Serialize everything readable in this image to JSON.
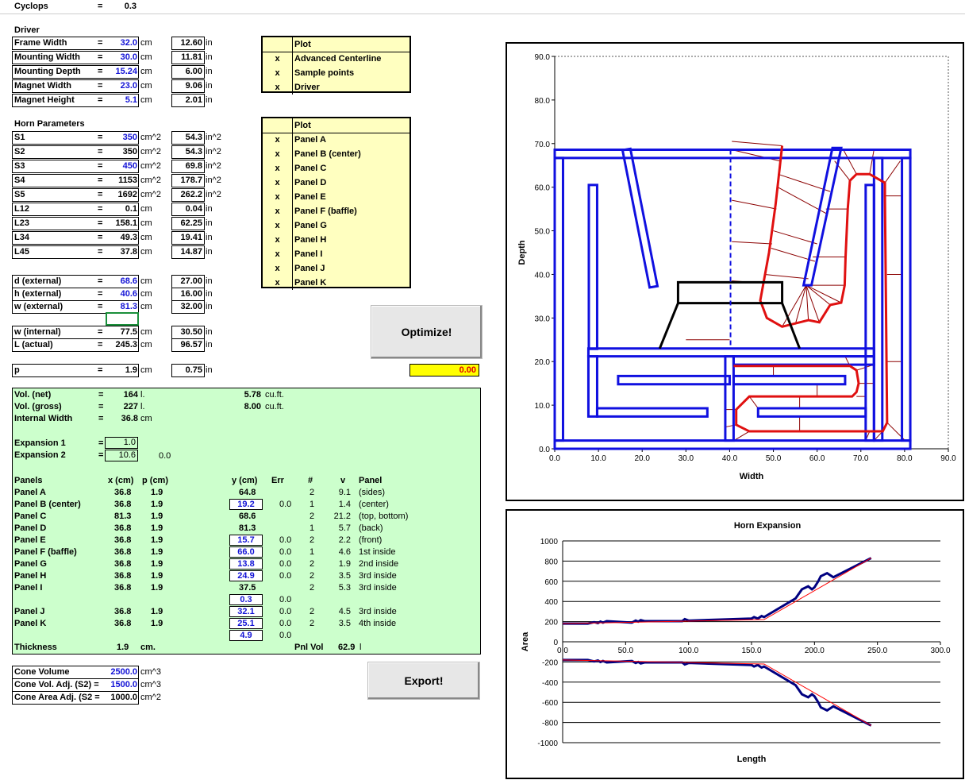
{
  "cyclops": {
    "label": "Cyclops",
    "eq": "=",
    "value": "0.3"
  },
  "driver": {
    "title": "Driver",
    "rows": [
      {
        "label": "Frame Width",
        "value": "32.0",
        "unit": "cm",
        "in_value": "12.60",
        "in_unit": "in",
        "blue": true
      },
      {
        "label": "Mounting Width",
        "value": "30.0",
        "unit": "cm",
        "in_value": "11.81",
        "in_unit": "in",
        "blue": true
      },
      {
        "label": "Mounting Depth",
        "value": "15.24",
        "unit": "cm",
        "in_value": "6.00",
        "in_unit": "in",
        "blue": true
      },
      {
        "label": "Magnet Width",
        "value": "23.0",
        "unit": "cm",
        "in_value": "9.06",
        "in_unit": "in",
        "blue": true
      },
      {
        "label": "Magnet Height",
        "value": "5.1",
        "unit": "cm",
        "in_value": "2.01",
        "in_unit": "in",
        "blue": true
      }
    ]
  },
  "horn": {
    "title": "Horn Parameters",
    "rows": [
      {
        "label": "S1",
        "value": "350",
        "unit": "cm^2",
        "in_value": "54.3",
        "in_unit": "in^2",
        "blue": true
      },
      {
        "label": "S2",
        "value": "350",
        "unit": "cm^2",
        "in_value": "54.3",
        "in_unit": "in^2",
        "blue": false
      },
      {
        "label": "S3",
        "value": "450",
        "unit": "cm^2",
        "in_value": "69.8",
        "in_unit": "in^2",
        "blue": true
      },
      {
        "label": "S4",
        "value": "1153",
        "unit": "cm^2",
        "in_value": "178.7",
        "in_unit": "in^2",
        "blue": false
      },
      {
        "label": "S5",
        "value": "1692",
        "unit": "cm^2",
        "in_value": "262.2",
        "in_unit": "in^2",
        "blue": false
      },
      {
        "label": "L12",
        "value": "0.1",
        "unit": "cm",
        "in_value": "0.04",
        "in_unit": "in",
        "blue": false
      },
      {
        "label": "L23",
        "value": "158.1",
        "unit": "cm",
        "in_value": "62.25",
        "in_unit": "in",
        "blue": false
      },
      {
        "label": "L34",
        "value": "49.3",
        "unit": "cm",
        "in_value": "19.41",
        "in_unit": "in",
        "blue": false
      },
      {
        "label": "L45",
        "value": "37.8",
        "unit": "cm",
        "in_value": "14.87",
        "in_unit": "in",
        "blue": false
      }
    ]
  },
  "external": [
    {
      "label": "d (external)",
      "value": "68.6",
      "unit": "cm",
      "in_value": "27.00",
      "in_unit": "in",
      "blue": true
    },
    {
      "label": "h (external)",
      "value": "40.6",
      "unit": "cm",
      "in_value": "16.00",
      "in_unit": "in",
      "blue": true
    },
    {
      "label": "w (external)",
      "value": "81.3",
      "unit": "cm",
      "in_value": "32.00",
      "in_unit": "in",
      "blue": true
    }
  ],
  "internal": [
    {
      "label": "w (internal)",
      "value": "77.5",
      "unit": "cm",
      "in_value": "30.50",
      "in_unit": "in",
      "blue": false
    },
    {
      "label": "L (actual)",
      "value": "245.3",
      "unit": "cm",
      "in_value": "96.57",
      "in_unit": "in",
      "blue": false
    }
  ],
  "p_row": {
    "label": "p",
    "value": "1.9",
    "unit": "cm",
    "in_value": "0.75",
    "in_unit": "in"
  },
  "plot1": {
    "header": "Plot",
    "items": [
      {
        "x": "x",
        "label": "Advanced Centerline"
      },
      {
        "x": "x",
        "label": "Sample points"
      },
      {
        "x": "x",
        "label": "Driver"
      }
    ]
  },
  "plot2": {
    "header": "Plot",
    "items": [
      {
        "x": "x",
        "label": "Panel A"
      },
      {
        "x": "x",
        "label": "Panel B (center)"
      },
      {
        "x": "x",
        "label": "Panel C"
      },
      {
        "x": "x",
        "label": "Panel D"
      },
      {
        "x": "x",
        "label": "Panel E"
      },
      {
        "x": "x",
        "label": "Panel F (baffle)"
      },
      {
        "x": "x",
        "label": "Panel G"
      },
      {
        "x": "x",
        "label": "Panel H"
      },
      {
        "x": "x",
        "label": "Panel I"
      },
      {
        "x": "x",
        "label": "Panel J"
      },
      {
        "x": "x",
        "label": "Panel K"
      }
    ]
  },
  "buttons": {
    "optimize": "Optimize!",
    "export": "Export!"
  },
  "optimize_result": "0.00",
  "volumes": {
    "net_label": "Vol. (net)",
    "net": "164",
    "net_unit": "l.",
    "net_ft": "5.78",
    "ft_unit": "cu.ft.",
    "gross_label": "Vol. (gross)",
    "gross": "227",
    "gross_unit": "l.",
    "gross_ft": "8.00",
    "iw_label": "Internal Width",
    "iw": "36.8",
    "iw_unit": "cm",
    "exp1_label": "Expansion 1",
    "exp1": "1.0",
    "exp2_label": "Expansion 2",
    "exp2": "10.6",
    "exp2_extra": "0.0"
  },
  "panels": {
    "headers": {
      "name": "Panels",
      "x": "x (cm)",
      "p": "p (cm)",
      "y": "y (cm)",
      "err": "Err",
      "n": "#",
      "v": "v",
      "panel": "Panel"
    },
    "rows": [
      {
        "name": "Panel A",
        "x": "36.8",
        "p": "1.9",
        "y": "64.8",
        "boxed": false,
        "err": "",
        "n": "2",
        "v": "9.1",
        "desc": "(sides)"
      },
      {
        "name": "Panel B (center)",
        "x": "36.8",
        "p": "1.9",
        "y": "19.2",
        "boxed": true,
        "err": "0.0",
        "n": "1",
        "v": "1.4",
        "desc": "(center)"
      },
      {
        "name": "Panel C",
        "x": "81.3",
        "p": "1.9",
        "y": "68.6",
        "boxed": false,
        "err": "",
        "n": "2",
        "v": "21.2",
        "desc": "(top, bottom)"
      },
      {
        "name": "Panel D",
        "x": "36.8",
        "p": "1.9",
        "y": "81.3",
        "boxed": false,
        "err": "",
        "n": "1",
        "v": "5.7",
        "desc": "(back)"
      },
      {
        "name": "Panel E",
        "x": "36.8",
        "p": "1.9",
        "y": "15.7",
        "boxed": true,
        "err": "0.0",
        "n": "2",
        "v": "2.2",
        "desc": "(front)"
      },
      {
        "name": "Panel F (baffle)",
        "x": "36.8",
        "p": "1.9",
        "y": "66.0",
        "boxed": true,
        "err": "0.0",
        "n": "1",
        "v": "4.6",
        "desc": "1st inside"
      },
      {
        "name": "Panel G",
        "x": "36.8",
        "p": "1.9",
        "y": "13.8",
        "boxed": true,
        "err": "0.0",
        "n": "2",
        "v": "1.9",
        "desc": "2nd inside"
      },
      {
        "name": "Panel H",
        "x": "36.8",
        "p": "1.9",
        "y": "24.9",
        "boxed": true,
        "err": "0.0",
        "n": "2",
        "v": "3.5",
        "desc": "3rd inside"
      },
      {
        "name": "Panel I",
        "x": "36.8",
        "p": "1.9",
        "y": "37.5",
        "boxed": false,
        "err": "",
        "n": "2",
        "v": "5.3",
        "desc": "3rd inside"
      },
      {
        "name": "",
        "x": "",
        "p": "",
        "y": "0.3",
        "boxed": true,
        "err": "0.0",
        "n": "",
        "v": "",
        "desc": ""
      },
      {
        "name": "Panel J",
        "x": "36.8",
        "p": "1.9",
        "y": "32.1",
        "boxed": true,
        "err": "0.0",
        "n": "2",
        "v": "4.5",
        "desc": "3rd inside"
      },
      {
        "name": "Panel K",
        "x": "36.8",
        "p": "1.9",
        "y": "25.1",
        "boxed": true,
        "err": "0.0",
        "n": "2",
        "v": "3.5",
        "desc": "4th inside"
      },
      {
        "name": "",
        "x": "",
        "p": "",
        "y": "4.9",
        "boxed": true,
        "err": "0.0",
        "n": "",
        "v": "",
        "desc": ""
      }
    ],
    "thickness_label": "Thickness",
    "thickness": "1.9",
    "thickness_unit": "cm.",
    "pnlvol_label": "Pnl Vol",
    "pnlvol": "62.9",
    "pnlvol_unit": "l"
  },
  "cone": [
    {
      "label": "Cone Volume",
      "value": "2500.0",
      "unit": "cm^3"
    },
    {
      "label": "Cone Vol. Adj. (S2) =",
      "value": "1500.0",
      "unit": "cm^3"
    },
    {
      "label": "Cone Area Adj. (S2 =",
      "value": "1000.0",
      "unit": "cm^2"
    }
  ],
  "chart_data": [
    {
      "type": "diagram",
      "title": "",
      "xlabel": "Width",
      "ylabel": "Depth",
      "xlim": [
        0,
        90
      ],
      "ylim": [
        0,
        90
      ],
      "xticks": [
        "0.0",
        "10.0",
        "20.0",
        "30.0",
        "40.0",
        "50.0",
        "60.0",
        "70.0",
        "80.0",
        "90.0"
      ],
      "yticks": [
        "0.0",
        "10.0",
        "20.0",
        "30.0",
        "40.0",
        "50.0",
        "60.0",
        "70.0",
        "80.0",
        "90.0"
      ],
      "colors": {
        "panels": "#1010e0",
        "centerline": "#e01010",
        "samples": "#8b0000",
        "driver": "#000000"
      },
      "panels": [
        [
          [
            0,
            68.6
          ],
          [
            81.3,
            68.6
          ],
          [
            81.3,
            66.7
          ],
          [
            0,
            66.7
          ]
        ],
        [
          [
            1.9,
            66.7
          ],
          [
            1.9,
            1.9
          ],
          [
            0,
            1.9
          ],
          [
            0,
            66.7
          ]
        ],
        [
          [
            0,
            1.9
          ],
          [
            81.3,
            1.9
          ],
          [
            81.3,
            0
          ],
          [
            0,
            0
          ]
        ],
        [
          [
            79.4,
            66.7
          ],
          [
            81.3,
            66.7
          ],
          [
            81.3,
            1.9
          ],
          [
            79.4,
            1.9
          ]
        ],
        [
          [
            7.8,
            60.5
          ],
          [
            9.7,
            60.5
          ],
          [
            9.7,
            22.9
          ],
          [
            7.8,
            22.9
          ]
        ],
        [
          [
            15.5,
            68.5
          ],
          [
            17.3,
            68.8
          ],
          [
            23.5,
            37.3
          ],
          [
            21.7,
            37.0
          ]
        ],
        [
          [
            7.7,
            23.0
          ],
          [
            73,
            23.0
          ],
          [
            73,
            21.2
          ],
          [
            7.7,
            21.2
          ]
        ],
        [
          [
            63.5,
            69.0
          ],
          [
            65.5,
            69.0
          ],
          [
            58.7,
            37.5
          ],
          [
            56.9,
            37.5
          ]
        ],
        [
          [
            73,
            66.7
          ],
          [
            74.9,
            66.7
          ],
          [
            74.9,
            1.9
          ],
          [
            73,
            1.9
          ]
        ],
        [
          [
            71.1,
            60.5
          ],
          [
            73,
            60.5
          ],
          [
            73,
            1.9
          ],
          [
            71.1,
            1.9
          ]
        ],
        [
          [
            7.7,
            21.2
          ],
          [
            9.7,
            21.2
          ],
          [
            9.7,
            7.4
          ],
          [
            7.7,
            7.4
          ]
        ],
        [
          [
            9.7,
            9.3
          ],
          [
            34.9,
            9.3
          ],
          [
            34.9,
            7.4
          ],
          [
            9.7,
            7.4
          ]
        ],
        [
          [
            14.5,
            16.7
          ],
          [
            40,
            16.7
          ],
          [
            40,
            14.8
          ],
          [
            14.5,
            14.8
          ]
        ],
        [
          [
            39.0,
            21.2
          ],
          [
            40.9,
            21.2
          ],
          [
            40.9,
            1.9
          ],
          [
            39.0,
            1.9
          ]
        ],
        [
          [
            40.9,
            21.2
          ],
          [
            73,
            21.2
          ],
          [
            73,
            19.3
          ],
          [
            40.9,
            19.3
          ]
        ],
        [
          [
            40.9,
            16.7
          ],
          [
            66.4,
            16.7
          ],
          [
            66.4,
            14.8
          ],
          [
            40.9,
            14.8
          ]
        ],
        [
          [
            46.5,
            9.3
          ],
          [
            71.1,
            9.3
          ],
          [
            71.1,
            7.4
          ],
          [
            46.5,
            7.4
          ]
        ]
      ],
      "centerline_points": [
        [
          52,
          69.5
        ],
        [
          50.5,
          56
        ],
        [
          49,
          45
        ],
        [
          47,
          34
        ],
        [
          48.5,
          30
        ],
        [
          52,
          28
        ],
        [
          58,
          29.5
        ],
        [
          60.5,
          29
        ],
        [
          63,
          33
        ],
        [
          65.5,
          33.5
        ],
        [
          66.3,
          37.5
        ],
        [
          66.5,
          44
        ],
        [
          67,
          55
        ],
        [
          67.5,
          61.5
        ],
        [
          69,
          63
        ],
        [
          72,
          63
        ],
        [
          75.5,
          61
        ],
        [
          75.5,
          58
        ],
        [
          76,
          6
        ],
        [
          75,
          4
        ],
        [
          72,
          4
        ],
        [
          44.5,
          4
        ],
        [
          41.5,
          5.5
        ],
        [
          41.5,
          9
        ],
        [
          44.5,
          12
        ],
        [
          68,
          12
        ],
        [
          69,
          13
        ],
        [
          69.5,
          15
        ],
        [
          69,
          18
        ],
        [
          67.5,
          19
        ],
        [
          40.9,
          19
        ]
      ],
      "driver_outline": [
        [
          24,
          23
        ],
        [
          28.2,
          33.4
        ],
        [
          28.2,
          38.2
        ],
        [
          52,
          38.2
        ],
        [
          52,
          33.4
        ],
        [
          56,
          23
        ]
      ],
      "driver_line": [
        [
          28.2,
          33.4
        ],
        [
          52,
          33.4
        ]
      ],
      "centerline_dashed": [
        [
          40.2,
          68.6
        ],
        [
          40.2,
          23
        ]
      ]
    },
    {
      "type": "line",
      "title": "Horn Expansion",
      "xlabel": "Length",
      "ylabel": "Area",
      "xlim": [
        0,
        300
      ],
      "ylim": [
        -1000,
        1000
      ],
      "xticks": [
        "0.0",
        "50.0",
        "100.0",
        "150.0",
        "200.0",
        "250.0",
        "300.0"
      ],
      "yticks": [
        "1000",
        "800",
        "600",
        "400",
        "200",
        "0",
        "-200",
        "-400",
        "-600",
        "-800",
        "-1000"
      ],
      "series": [
        {
          "name": "",
          "color": "#000080",
          "values_x": [
            0,
            20,
            25,
            28,
            30,
            32,
            35,
            55,
            58,
            60,
            62,
            65,
            95,
            97,
            100,
            150,
            152,
            155,
            158,
            160,
            185,
            190,
            195,
            198,
            200,
            203,
            205,
            210,
            215,
            245
          ],
          "values_y": [
            180,
            180,
            195,
            185,
            200,
            190,
            205,
            190,
            210,
            200,
            215,
            205,
            205,
            225,
            210,
            230,
            245,
            230,
            255,
            245,
            430,
            520,
            550,
            520,
            540,
            600,
            650,
            680,
            640,
            830
          ]
        },
        {
          "name": "",
          "color": "#ff0000",
          "values_x": [
            0,
            160,
            245
          ],
          "values_y": [
            180,
            220,
            830
          ]
        }
      ]
    }
  ]
}
